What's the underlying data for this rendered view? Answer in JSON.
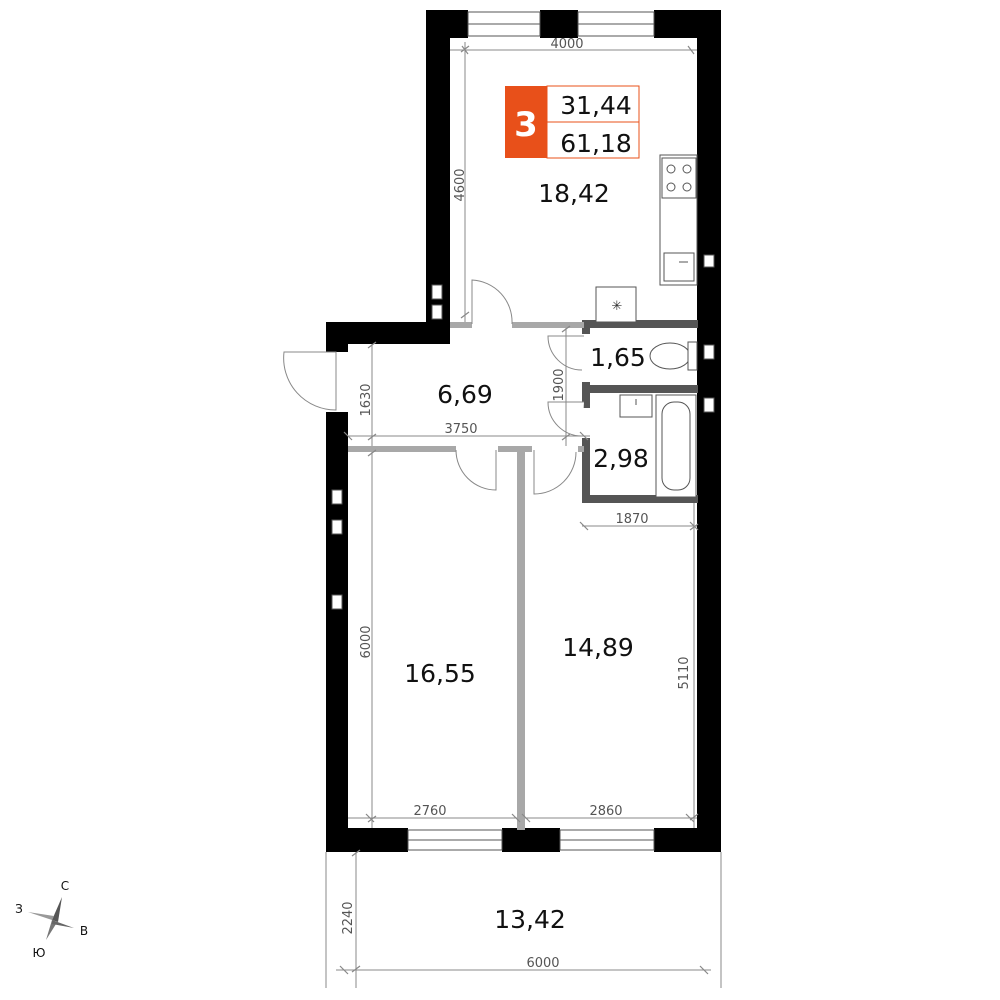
{
  "apartment": {
    "rooms_count": "3",
    "living_area": "31,44",
    "total_area": "61,18",
    "accent_color": "#e8501a"
  },
  "rooms": {
    "kitchen_living": "18,42",
    "hall": "6,69",
    "toilet": "1,65",
    "bathroom": "2,98",
    "bedroom_left": "16,55",
    "bedroom_right": "14,89",
    "balcony": "13,42"
  },
  "dimensions": {
    "kitchen_width": "4000",
    "kitchen_depth": "4600",
    "hall_width": "3750",
    "hall_depth": "1630",
    "toilet_depth": "1900",
    "bath_width": "1870",
    "bedroom_left_depth": "6000",
    "bedroom_left_width": "2760",
    "bedroom_right_depth": "5110",
    "bedroom_right_width": "2860",
    "balcony_depth": "2240",
    "balcony_width": "6000"
  },
  "compass": {
    "north": "С",
    "south": "Ю",
    "east": "В",
    "west": "З"
  }
}
